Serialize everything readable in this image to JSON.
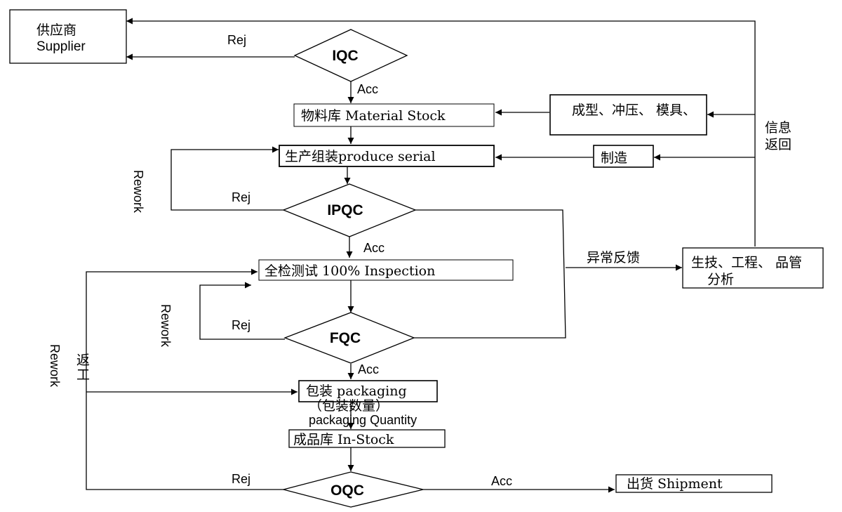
{
  "nodes": {
    "supplier": {
      "cn": "供应商",
      "en": "Supplier"
    },
    "material_stock": "物料库 Material Stock",
    "molding": "成型、冲压、 模具、",
    "produce": "生产组装produce serial",
    "manufacture": "制造",
    "inspection": "全检测试 100% Inspection",
    "engineering": {
      "line1": "生技、工程、 品管",
      "line2": "分析"
    },
    "packaging": {
      "line1": "包装 packaging",
      "line2": "（包装数量）",
      "line3": "packaging Quantity"
    },
    "in_stock": "成品库 In-Stock",
    "shipment": "出货 Shipment"
  },
  "decisions": {
    "iqc": "IQC",
    "ipqc": "IPQC",
    "fqc": "FQC",
    "oqc": "OQC"
  },
  "labels": {
    "rej": "Rej",
    "acc": "Acc",
    "rework": "Rework",
    "fanggong": "返\n工",
    "info_return": {
      "line1": "信息",
      "line2": "返回"
    },
    "abnormal_feedback": "异常反馈"
  }
}
